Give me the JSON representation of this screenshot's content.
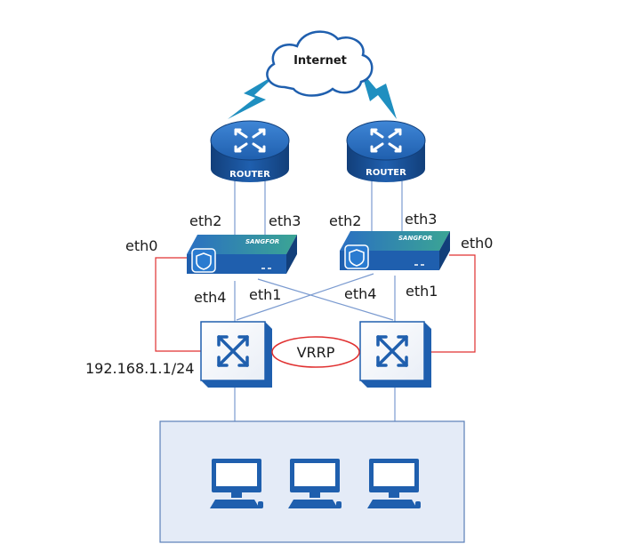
{
  "cloud": {
    "label": "Internet"
  },
  "routers": [
    {
      "label": "ROUTER"
    },
    {
      "label": "ROUTER"
    }
  ],
  "firewalls": [
    {
      "brand": "SANGFOR",
      "ports": {
        "wan_a": "eth2",
        "wan_b": "eth3",
        "ha": "eth0",
        "lan_a": "eth4",
        "lan_b": "eth1"
      }
    },
    {
      "brand": "SANGFOR",
      "ports": {
        "wan_a": "eth2",
        "wan_b": "eth3",
        "ha": "eth0",
        "lan_a": "eth4",
        "lan_b": "eth1"
      }
    }
  ],
  "switches": {
    "ip": "192.168.1.1/24",
    "vrrp_label": "VRRP"
  },
  "lan": {
    "computers": 3
  },
  "colors": {
    "device_blue": "#1f5fae",
    "device_dark": "#123f7a",
    "link_blue": "#7b9bd0",
    "link_red": "#e03030",
    "lan_fill": "#e4ebf7",
    "lightning": "#1f8fc0",
    "sangfor_green": "#3aa48a"
  }
}
